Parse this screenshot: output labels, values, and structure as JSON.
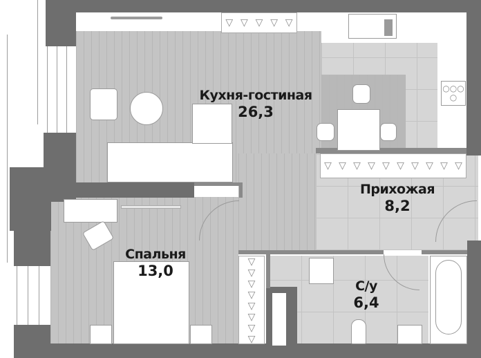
{
  "plan": {
    "rooms": [
      {
        "id": "living-kitchen",
        "name": "Кухня-гостиная",
        "area": "26,3"
      },
      {
        "id": "hallway",
        "name": "Прихожая",
        "area": "8,2"
      },
      {
        "id": "bedroom",
        "name": "Спальня",
        "area": "13,0"
      },
      {
        "id": "bathroom",
        "name": "С/у",
        "area": "6,4"
      }
    ],
    "colors": {
      "wall": "#6e6e6e",
      "wood_floor": "#c4c4c4",
      "tile_floor": "#d6d6d6",
      "furniture": "#ffffff",
      "text": "#1a1a1a"
    },
    "icons": {
      "hanger": "▽",
      "burner": "○"
    }
  }
}
